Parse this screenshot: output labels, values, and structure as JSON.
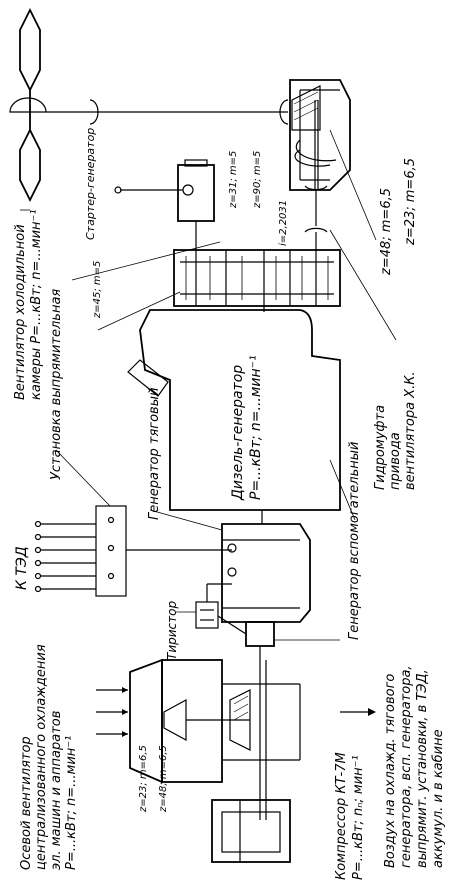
{
  "labels": {
    "fan_cold": "Вентилятор холодильной",
    "fan_cold_2": "камеры Р=...кВт; n=...мин⁻¹",
    "rectifier": "Установка выпрямительная",
    "k_ted": "К ТЭД",
    "axial_fan_1": "Осевой вентилятор",
    "axial_fan_2": "централизованного охлаждения",
    "axial_fan_3": "эл. машин и аппаратов",
    "axial_fan_4": "Р=...кВт; n=...мин⁻¹",
    "starter": "Стартер-генератор",
    "traction_gen": "Генератор тяговый",
    "diesel_1": "Дизель-генератор",
    "diesel_2": "Р=...кВт; n=...мин⁻¹",
    "aux_gen": "Генератор вспомогательный",
    "thyristor": "Тиристор",
    "coupling_1": "Гидромуфта",
    "coupling_2": "привода",
    "coupling_3": "вентилятора Х.К.",
    "compressor_1": "Компрессор КТ-7М",
    "compressor_2": "Р=...кВт; nₙ; мин⁻¹",
    "air_1": "Воздух на охлажд. тягового",
    "air_2": "генератора, всп. генератора,",
    "air_3": "выпрямит. установки, в ТЭД,",
    "air_4": "аккумул. и в кабине",
    "z31": "z=31; m=5",
    "z90": "z=90; m=5",
    "i2": "i=2,2031",
    "z45": "z=45; m=5",
    "z48_top": "z=48; m=6,5",
    "z23_top": "z=23; m=6,5",
    "z23_bot": "z=23; m=6,5",
    "z48_bot": "z=48; m=6,5"
  },
  "colors": {
    "ink": "#000000",
    "paper": "#ffffff"
  }
}
